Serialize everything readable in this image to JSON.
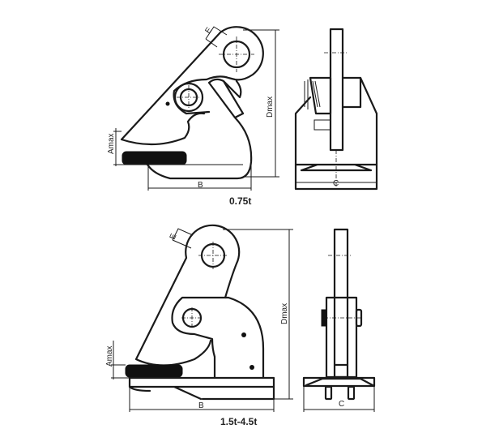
{
  "figures": [
    {
      "caption": "0.75t",
      "dimensions": {
        "e": "E",
        "a": "Amax",
        "b": "B",
        "d": "Dmax",
        "c": "C"
      }
    },
    {
      "caption": "1.5t-4.5t",
      "dimensions": {
        "e": "E",
        "a": "Amax",
        "b": "B",
        "d": "Dmax",
        "c": "C"
      }
    }
  ]
}
